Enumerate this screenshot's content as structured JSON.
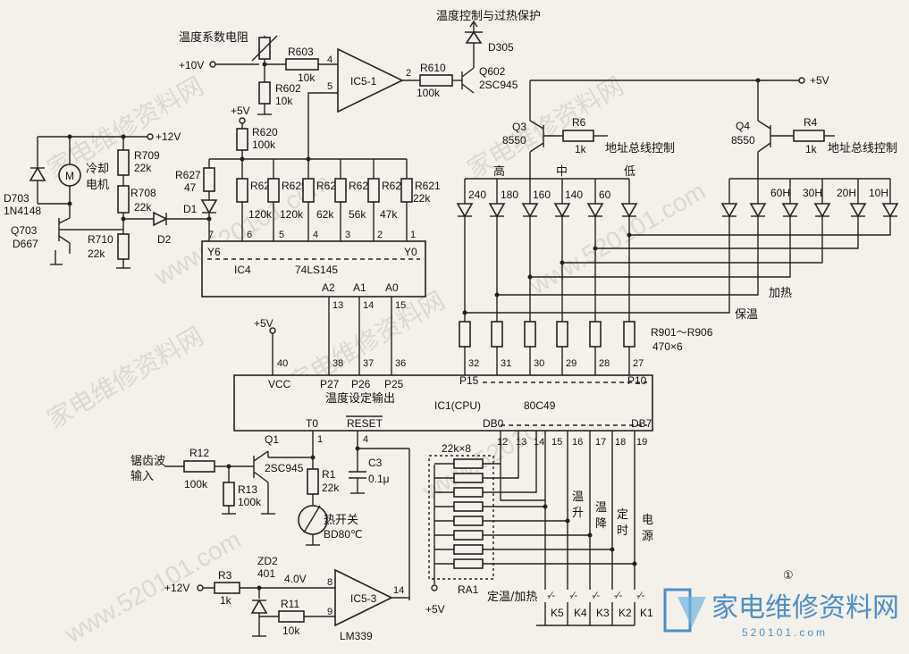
{
  "titles": {
    "temp_control": "温度控制与过热保护",
    "thermistor": "温度系数电阻",
    "temp_output": "温度设定输出",
    "cooling_motor": "冷却",
    "cooling_motor2": "电机",
    "sawtooth1": "锯齿波",
    "sawtooth2": "输入",
    "thermal_switch": "热开关",
    "thermal_switch_val": "BD80℃",
    "addr_bus1": "地址总线控制",
    "addr_bus2": "地址总线控制",
    "high": "高",
    "mid": "中",
    "low": "低",
    "heat": "加热",
    "keep_warm": "保温",
    "key_bottom": "定温/加热",
    "key_up": [
      "温",
      "升"
    ],
    "key_down": [
      "温",
      "降"
    ],
    "key_timer": [
      "定",
      "时"
    ],
    "key_power": [
      "电",
      "源"
    ],
    "circle_num": "①"
  },
  "components": {
    "ic5_1": "IC5-1",
    "ic5_3": "IC5-3",
    "lm339": "LM339",
    "ic4": "IC4",
    "ic4_part": "74LS145",
    "ic1": "IC1(CPU)",
    "ic1_part": "80C49",
    "vcc": "VCC",
    "reset": "RESET",
    "t0": "T0",
    "db0": "DB0",
    "db7": "DB7",
    "p15": "P15",
    "p10": "P10",
    "p27": "P27",
    "p26": "P26",
    "p25": "P25",
    "y6": "Y6",
    "y0": "Y0",
    "a2": "A2",
    "a1": "A1",
    "a0": "A0",
    "r603": "R603",
    "r603v": "10k",
    "r602": "R602",
    "r602v": "10k",
    "r610": "R610",
    "r610v": "100k",
    "q602": "Q602",
    "q602v": "2SC945",
    "d305": "D305",
    "plus10": "+10V",
    "plus12": "+12V",
    "plus12b": "+12V",
    "plus5a": "+5V",
    "plus5b": "+5V",
    "plus5c": "+5V",
    "plus5d": "+5V",
    "r620": "R620",
    "r620v": "100k",
    "r627": "R627",
    "r627v": "47",
    "d1": "D1",
    "r626": "R626",
    "r626v": "120k",
    "r625": "R625",
    "r625v": "120k",
    "r624": "R624",
    "r624v": "62k",
    "r623": "R623",
    "r623v": "56k",
    "r622": "R622",
    "r622v": "47k",
    "r621": "R621",
    "r621v": "22k",
    "r709": "R709",
    "r709v": "22k",
    "r708": "R708",
    "r708v": "22k",
    "r710": "R710",
    "r710v": "22k",
    "d703": "D703",
    "d703v": "1N4148",
    "q703": "Q703",
    "q703v": "D667",
    "d2": "D2",
    "q3": "Q3",
    "q3v": "8550",
    "q4": "Q4",
    "q4v": "8550",
    "r6": "R6",
    "r6v": "1k",
    "r4": "R4",
    "r4v": "1k",
    "led_a": [
      "240",
      "180",
      "160",
      "140",
      "60"
    ],
    "led_b": [
      "60H",
      "30H",
      "20H",
      "10H"
    ],
    "r901": "R901～R906",
    "r901v": "470×6",
    "pins_top": [
      "32",
      "31",
      "30",
      "29",
      "28",
      "27"
    ],
    "pins_ic4": [
      "7",
      "6",
      "5",
      "4",
      "3",
      "2",
      "1"
    ],
    "pins_addr": [
      "13",
      "14",
      "15"
    ],
    "pins_addr2": [
      "38",
      "37",
      "36"
    ],
    "pin40": "40",
    "pins_db": [
      "12",
      "13",
      "14",
      "15",
      "16",
      "17",
      "18",
      "19"
    ],
    "pin1": "1",
    "pin4": "4",
    "q1": "Q1",
    "q1v": "2SC945",
    "r12": "R12",
    "r12v": "100k",
    "r13": "R13",
    "r13v": "100k",
    "r1": "R1",
    "r1v": "22k",
    "c3": "C3",
    "c3v": "0.1μ",
    "ra1": "RA1",
    "ra1v": "22k×8",
    "zd2": "ZD2",
    "zd2v": "401",
    "r3": "R3",
    "r3v": "1k",
    "r11": "R11",
    "r11v": "10k",
    "v4": "4.0V",
    "pin8": "8",
    "pin9": "9",
    "pin14": "14",
    "pin_4": "4",
    "pin_5": "5",
    "pin_2": "2",
    "keys": [
      "K5",
      "K4",
      "K3",
      "K2",
      "K1"
    ]
  },
  "logo": {
    "name": "家电维修资料网",
    "url": "520101.com"
  }
}
